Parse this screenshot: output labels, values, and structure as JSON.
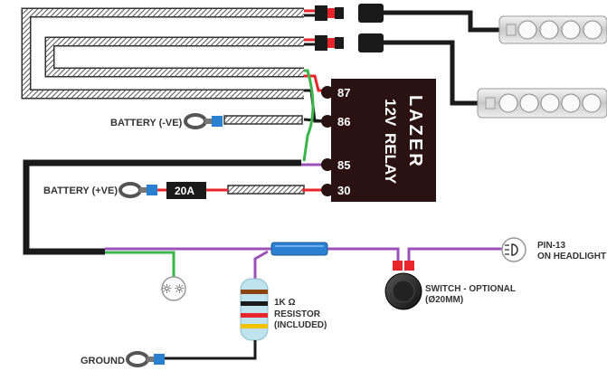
{
  "labels": {
    "battery_neg": "BATTERY (-VE)",
    "battery_pos": "BATTERY (+VE)",
    "ground": "GROUND",
    "fuse": "20A",
    "resistor_line1": "1K Ω",
    "resistor_line2": "RESISTOR",
    "resistor_line3": "(INCLUDED)",
    "switch_line1": "SWITCH - OPTIONAL",
    "switch_line2": "(Ø20MM)",
    "headlight_line1": "PIN-13",
    "headlight_line2": "ON HEADLIGHT"
  },
  "relay": {
    "brand": "LAZER",
    "title_line1": "12V",
    "title_line2": "RELAY",
    "pins": [
      "87",
      "86",
      "85",
      "30"
    ]
  },
  "colors": {
    "red": "#e8252a",
    "green": "#3ab54a",
    "purple": "#9b51b8",
    "black": "#1a1a1a",
    "blue": "#2a7fd0",
    "relay_body": "#2a1212",
    "loom": "#555555"
  },
  "icons": {
    "lamp_pods": "led-light-bar-icon",
    "parking_light": "parking-light-icon",
    "headlight": "headlight-icon",
    "ring_terminal": "ring-terminal-icon"
  }
}
